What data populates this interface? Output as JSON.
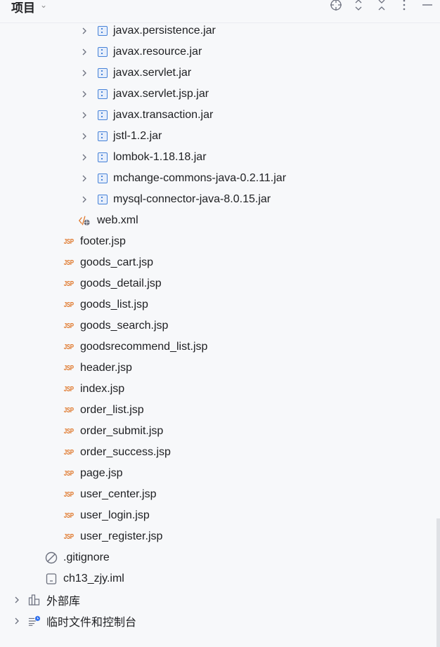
{
  "header": {
    "title": "项目",
    "icons": [
      "locate-icon",
      "expand-all-icon",
      "collapse-all-icon",
      "more-icon",
      "hide-icon"
    ]
  },
  "tree": [
    {
      "label": "javax.persistence.jar",
      "type": "jar",
      "level": 3,
      "expandable": true
    },
    {
      "label": "javax.resource.jar",
      "type": "jar",
      "level": 3,
      "expandable": true
    },
    {
      "label": "javax.servlet.jar",
      "type": "jar",
      "level": 3,
      "expandable": true
    },
    {
      "label": "javax.servlet.jsp.jar",
      "type": "jar",
      "level": 3,
      "expandable": true
    },
    {
      "label": "javax.transaction.jar",
      "type": "jar",
      "level": 3,
      "expandable": true
    },
    {
      "label": "jstl-1.2.jar",
      "type": "jar",
      "level": 3,
      "expandable": true
    },
    {
      "label": "lombok-1.18.18.jar",
      "type": "jar",
      "level": 3,
      "expandable": true
    },
    {
      "label": "mchange-commons-java-0.2.11.jar",
      "type": "jar",
      "level": 3,
      "expandable": true
    },
    {
      "label": "mysql-connector-java-8.0.15.jar",
      "type": "jar",
      "level": 3,
      "expandable": true
    },
    {
      "label": "web.xml",
      "type": "xml",
      "level": 2,
      "expandable": false
    },
    {
      "label": "footer.jsp",
      "type": "jsp",
      "level": 1,
      "expandable": false
    },
    {
      "label": "goods_cart.jsp",
      "type": "jsp",
      "level": 1,
      "expandable": false
    },
    {
      "label": "goods_detail.jsp",
      "type": "jsp",
      "level": 1,
      "expandable": false
    },
    {
      "label": "goods_list.jsp",
      "type": "jsp",
      "level": 1,
      "expandable": false
    },
    {
      "label": "goods_search.jsp",
      "type": "jsp",
      "level": 1,
      "expandable": false
    },
    {
      "label": "goodsrecommend_list.jsp",
      "type": "jsp",
      "level": 1,
      "expandable": false
    },
    {
      "label": "header.jsp",
      "type": "jsp",
      "level": 1,
      "expandable": false
    },
    {
      "label": "index.jsp",
      "type": "jsp",
      "level": 1,
      "expandable": false
    },
    {
      "label": "order_list.jsp",
      "type": "jsp",
      "level": 1,
      "expandable": false
    },
    {
      "label": "order_submit.jsp",
      "type": "jsp",
      "level": 1,
      "expandable": false
    },
    {
      "label": "order_success.jsp",
      "type": "jsp",
      "level": 1,
      "expandable": false
    },
    {
      "label": "page.jsp",
      "type": "jsp",
      "level": 1,
      "expandable": false
    },
    {
      "label": "user_center.jsp",
      "type": "jsp",
      "level": 1,
      "expandable": false
    },
    {
      "label": "user_login.jsp",
      "type": "jsp",
      "level": 1,
      "expandable": false
    },
    {
      "label": "user_register.jsp",
      "type": "jsp",
      "level": 1,
      "expandable": false
    },
    {
      "label": ".gitignore",
      "type": "ignore",
      "level": 0,
      "expandable": false
    },
    {
      "label": "ch13_zjy.iml",
      "type": "iml",
      "level": 0,
      "expandable": false
    },
    {
      "label": "外部库",
      "type": "library",
      "level": -1,
      "expandable": true
    },
    {
      "label": "临时文件和控制台",
      "type": "scratch",
      "level": -1,
      "expandable": true
    }
  ],
  "icon_text": {
    "jsp": "JSP"
  }
}
